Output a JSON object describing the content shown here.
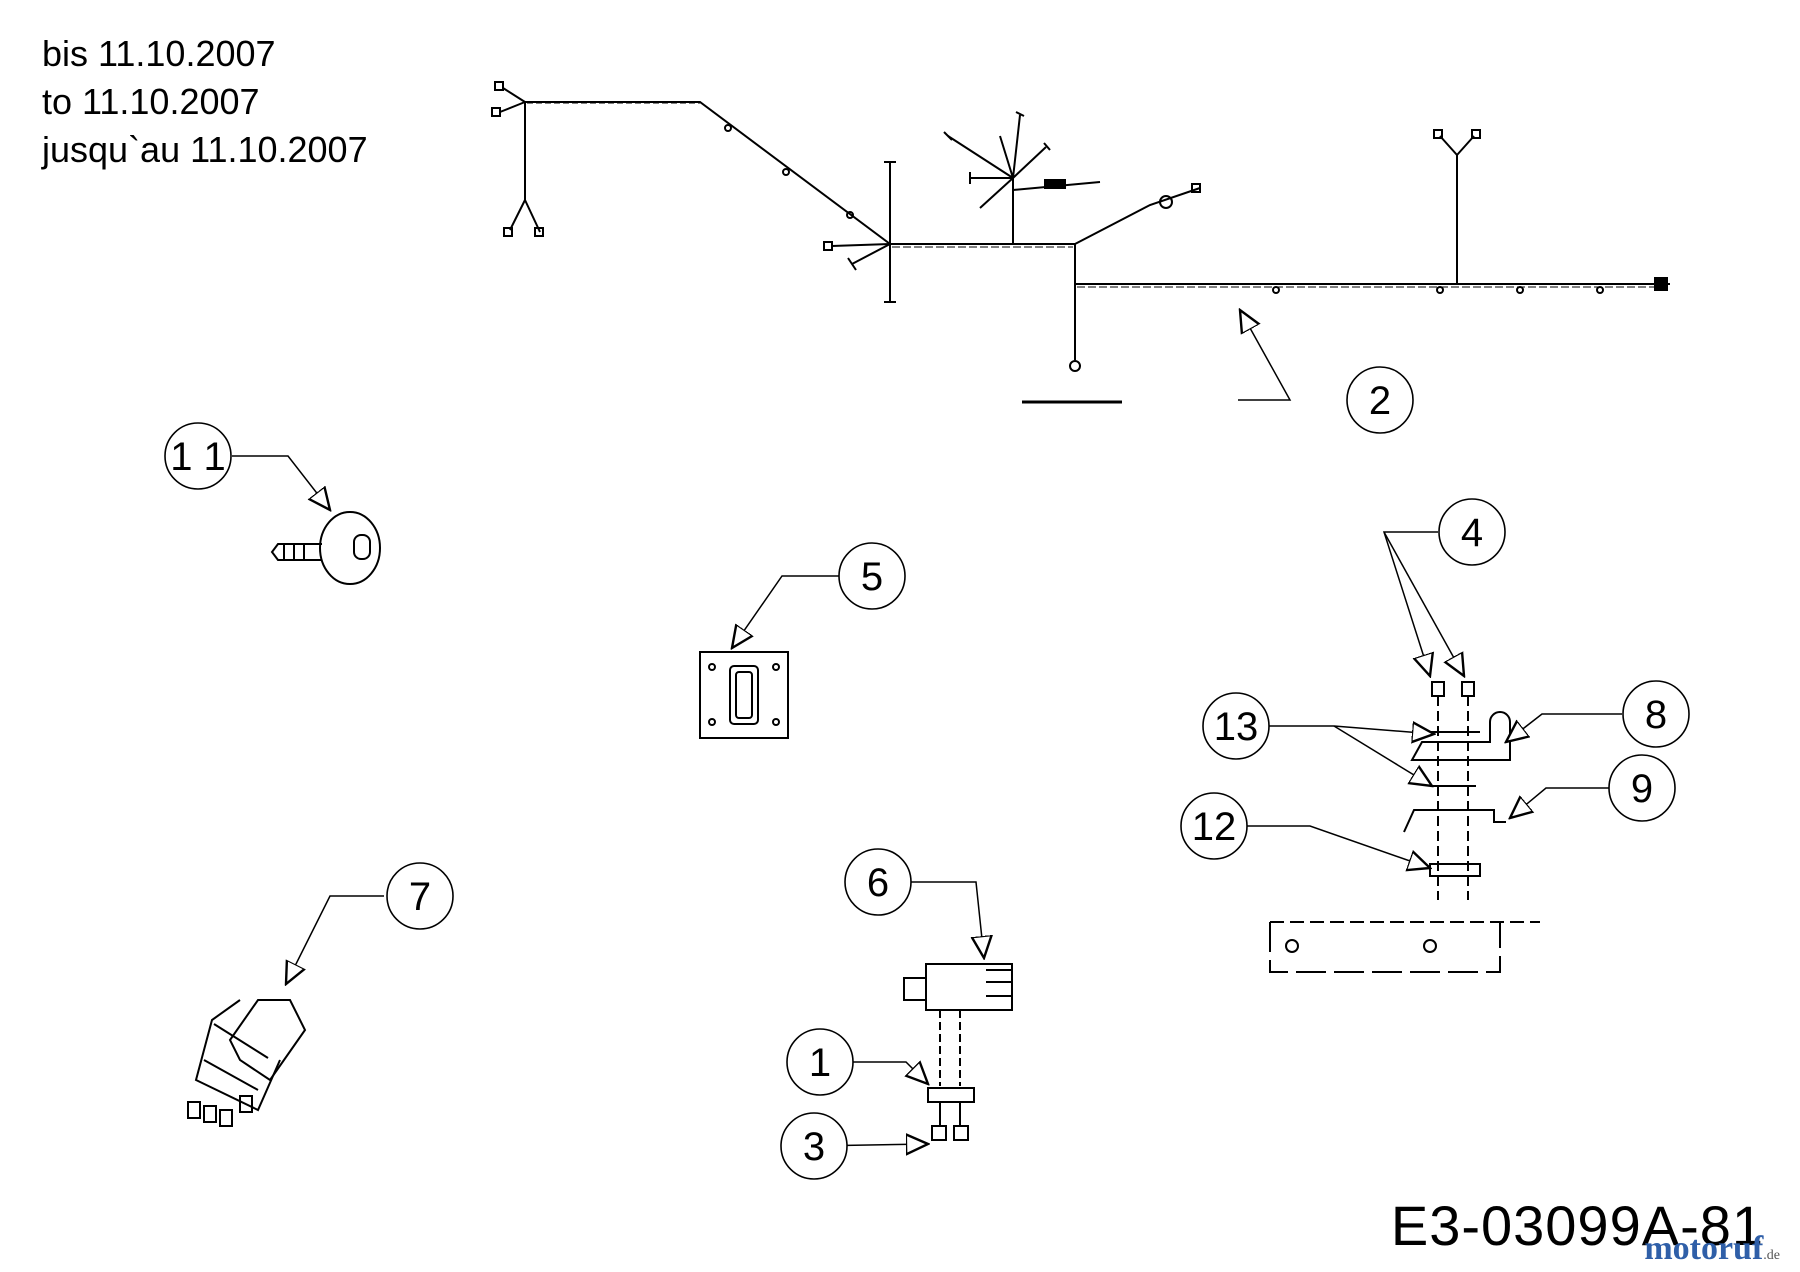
{
  "header": {
    "lines": [
      "bis 11.10.2007",
      "to 11.10.2007",
      "jusqu`au 11.10.2007"
    ]
  },
  "callouts": [
    {
      "id": "1",
      "label": "1"
    },
    {
      "id": "2",
      "label": "2"
    },
    {
      "id": "3",
      "label": "3"
    },
    {
      "id": "4",
      "label": "4"
    },
    {
      "id": "5",
      "label": "5"
    },
    {
      "id": "6",
      "label": "6"
    },
    {
      "id": "7",
      "label": "7"
    },
    {
      "id": "8",
      "label": "8"
    },
    {
      "id": "9",
      "label": "9"
    },
    {
      "id": "11",
      "label": "1 1"
    },
    {
      "id": "12",
      "label": "12"
    },
    {
      "id": "13",
      "label": "13"
    }
  ],
  "footer": {
    "code": "E3-03099A-81",
    "watermark": "motoruf",
    "watermark_tld": ".de"
  },
  "colors": {
    "ink": "#000000",
    "watermark": "#2f5fa8"
  }
}
